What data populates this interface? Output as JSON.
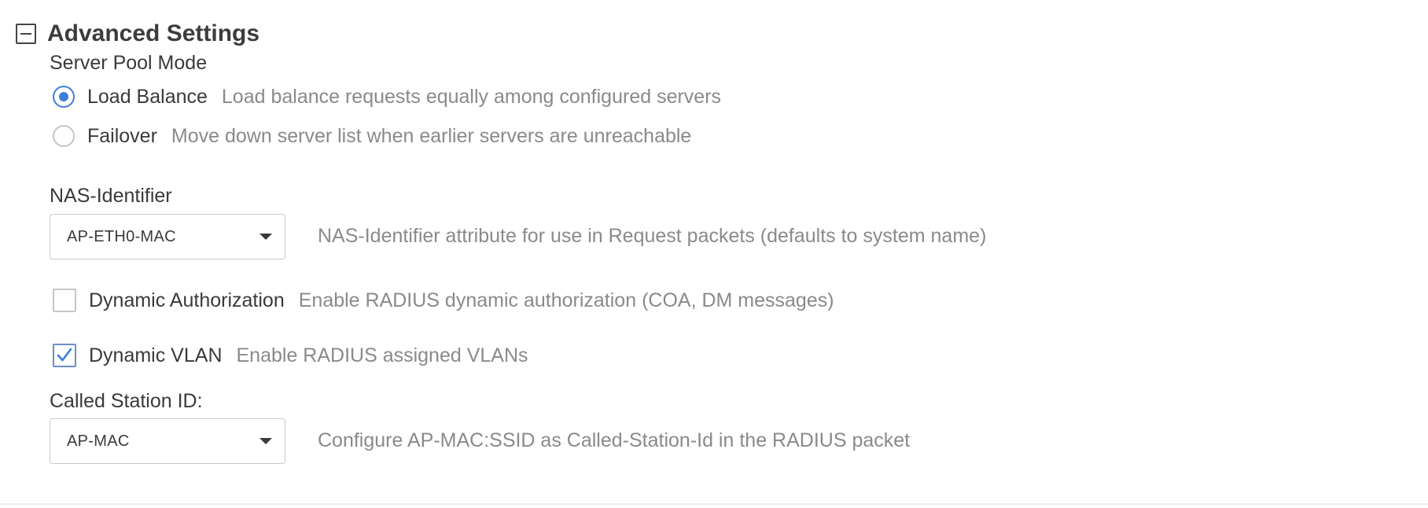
{
  "section": {
    "title": "Advanced Settings"
  },
  "server_pool_mode": {
    "label": "Server Pool Mode",
    "options": [
      {
        "label": "Load Balance",
        "description": "Load balance requests equally among configured servers",
        "selected": true
      },
      {
        "label": "Failover",
        "description": "Move down server list when earlier servers are unreachable",
        "selected": false
      }
    ]
  },
  "nas_identifier": {
    "label": "NAS-Identifier",
    "value": "AP-ETH0-MAC",
    "description": "NAS-Identifier attribute for use in Request packets (defaults to system name)"
  },
  "dynamic_authorization": {
    "label": "Dynamic Authorization",
    "description": "Enable RADIUS dynamic authorization (COA, DM messages)",
    "checked": false
  },
  "dynamic_vlan": {
    "label": "Dynamic VLAN",
    "description": "Enable RADIUS assigned VLANs",
    "checked": true
  },
  "called_station_id": {
    "label": "Called Station ID:",
    "value": "AP-MAC",
    "description": "Configure AP-MAC:SSID as Called-Station-Id in the RADIUS packet"
  },
  "colors": {
    "accent": "#3d7edb",
    "text": "#3a3a3a",
    "muted": "#8a8a8a",
    "border": "#c6c6c6"
  },
  "icons": {
    "toggle": "collapse-minus-icon",
    "select": "caret-down-icon",
    "check": "checkmark-icon"
  }
}
